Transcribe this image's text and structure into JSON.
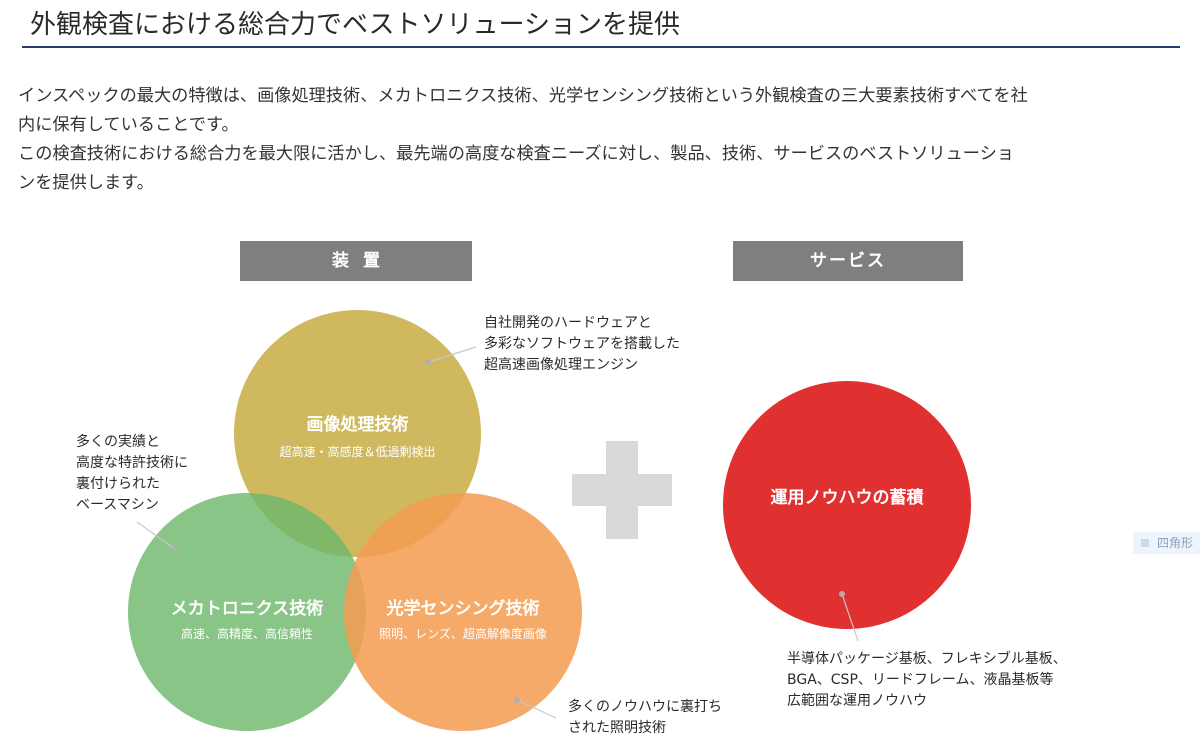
{
  "heading": {
    "title": "外観検査における総合力でベストソリューションを提供"
  },
  "intro": {
    "lines": [
      "インスペックの最大の特徴は、画像処理技術、メカトロニクス技術、光学センシング技術という外観検査の三大要素技術すべてを社",
      "内に保有していることです。",
      "この検査技術における総合力を最大限に活かし、最先端の高度な検査ニーズに対し、製品、技術、サービスのベストソリューショ",
      "ンを提供します。"
    ]
  },
  "diagram": {
    "left_label": "装置",
    "right_label": "サービス",
    "circles": {
      "image_processing": {
        "title": "画像処理技術",
        "subtitle": "超高速・高感度＆低過剰検出",
        "color": "#c4a83a"
      },
      "mechatronics": {
        "title": "メカトロニクス技術",
        "subtitle": "高速、高精度、高信頼性",
        "color": "#6eb86c"
      },
      "optical_sensing": {
        "title": "光学センシング技術",
        "subtitle": "照明、レンズ、超高解像度画像",
        "color": "#f49c52"
      },
      "service": {
        "title": "運用ノウハウの蓄積",
        "color": "#e0302f"
      }
    },
    "notes": {
      "image_processing": [
        "自社開発のハードウェアと",
        "多彩なソフトウェアを搭載した",
        "超高速画像処理エンジン"
      ],
      "mechatronics": [
        "多くの実績と",
        "高度な特許技術に",
        "裏付けられた",
        "ベースマシン"
      ],
      "optical_sensing": [
        "多くのノウハウに裏打ち",
        "された照明技術"
      ],
      "service": [
        "半導体パッケージ基板、フレキシブル基板、",
        "BGA、CSP、リードフレーム、液晶基板等",
        "広範囲な運用ノウハウ"
      ]
    }
  },
  "edge_tag": {
    "text": "四角形"
  }
}
